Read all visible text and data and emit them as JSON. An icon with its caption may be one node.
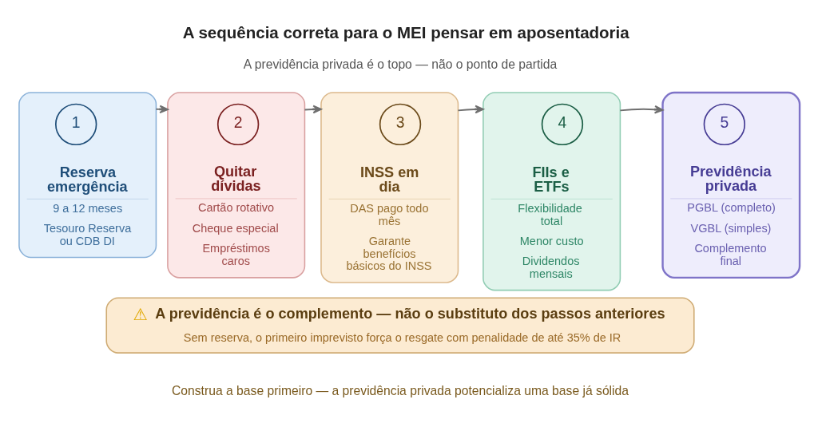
{
  "diagram": {
    "title": "A sequência correta para o MEI pensar em aposentadoria",
    "caption": "Construa a base primeiro — a previdência privada potencializa uma base já sólida",
    "nodes": [
      {
        "text": [
          "Reserva emergência",
          "9 a 12 meses",
          "Tesouro Reserva ou CDB DI"
        ]
      },
      {
        "text": [
          "1"
        ],
        "in": 0
      },
      {
        "text": [
          "Quitar dívidas",
          "Cartão rotativo",
          "Cheque especial",
          "Empréstimos caros"
        ]
      },
      {
        "text": [
          "2"
        ],
        "in": 2
      },
      {
        "text": [
          "INSS em dia",
          "DAS pago todo mês",
          "Garante benefícios básicos do INSS"
        ]
      },
      {
        "text": [
          "3"
        ],
        "in": 4
      },
      {
        "text": [
          "FIIs e ETFs",
          "Flexibilidade total",
          "Menor custo",
          "Dividendos mensais"
        ]
      },
      {
        "text": [
          "4"
        ],
        "in": 6
      },
      {
        "text": [
          "Previdência privada",
          "PGBL (completo)",
          "VGBL (simples)",
          "Complemento final"
        ]
      },
      {
        "text": [
          "5"
        ],
        "in": 8
      },
      {
        "text": [
          "⚠",
          "A previdência é o complemento — não o substituto dos passos anteriores",
          "Sem reserva, o primeiro imprevisto força o resgate com penalidade de até 35% de IR"
        ]
      }
    ],
    "edges": [
      {
        "from": 0,
        "to": 2,
        "arrow": "to"
      },
      {
        "from": 2,
        "to": 4,
        "arrow": "to"
      },
      {
        "from": 4,
        "to": 6,
        "arrow": "to"
      },
      {
        "from": 6,
        "to": 8,
        "arrow": "to"
      }
    ],
    "labels": [
      "A previdência privada é o topo — não o ponto de partida"
    ]
  }
}
